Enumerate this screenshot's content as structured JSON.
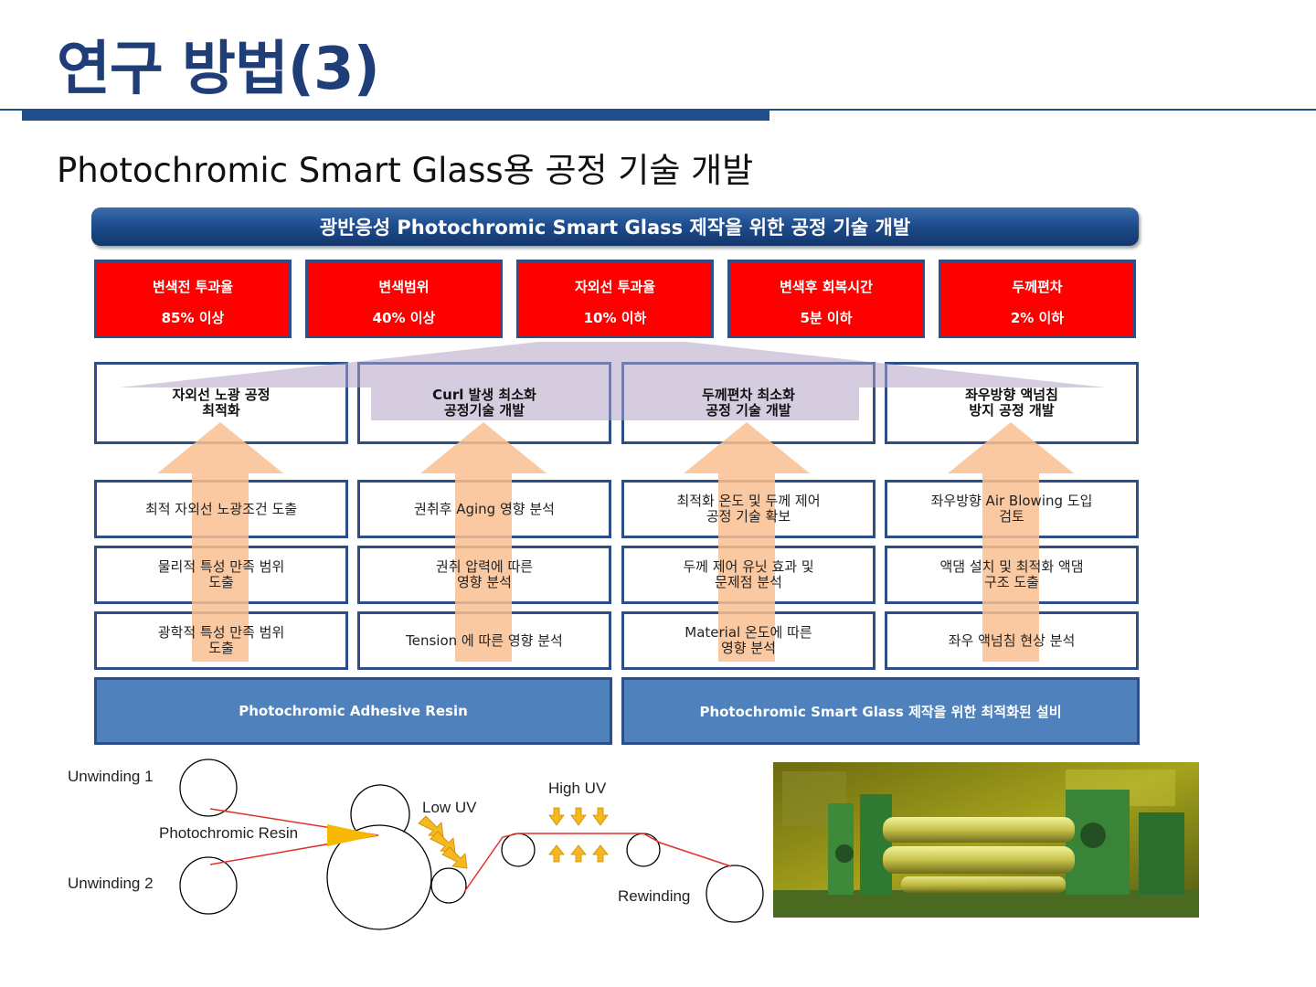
{
  "header": {
    "title": "연구 방법(3)",
    "subtitle": "Photochromic Smart Glass용 공정 기술 개발"
  },
  "banner": "광반응성 Photochromic Smart Glass 제작을 위한 공정 기술 개발",
  "targets": [
    {
      "label": "변색전 투과율",
      "value": "85% 이상"
    },
    {
      "label": "변색범위",
      "value": "40% 이상"
    },
    {
      "label": "자외선 투과율",
      "value": "10% 이하"
    },
    {
      "label": "변색후 회복시간",
      "value": "5분 이하"
    },
    {
      "label": "두께편차",
      "value": "2% 이하"
    }
  ],
  "columns": [
    {
      "goal": "자외선 노광 공정\n최적화",
      "tasks": [
        "최적 자외선 노광조건 도출",
        "물리적 특성 만족 범위\n도출",
        "광학적 특성 만족 범위\n도출"
      ]
    },
    {
      "goal": "Curl 발생 최소화\n공정기술 개발",
      "tasks": [
        "권취후 Aging 영향 분석",
        "권취 압력에 따른\n영향 분석",
        "Tension 에 따른 영향 분석"
      ]
    },
    {
      "goal": "두께편차 최소화\n공정 기술 개발",
      "tasks": [
        "최적화 온도 및 두께 제어\n공정 기술 확보",
        "두께 제어 유닛 효과 및\n문제점 분석",
        "Material 온도에 따른\n영향 분석"
      ]
    },
    {
      "goal": "좌우방향 액넘침\n방지 공정 개발",
      "tasks": [
        "좌우방향 Air Blowing 도입\n검토",
        "액댐 설치 및 최적화 액댐\n구조 도출",
        "좌우 액넘침 현상 분석"
      ]
    }
  ],
  "foundations": [
    "Photochromic Adhesive Resin",
    "Photochromic Smart Glass 제작을 위한 최적화된 설비"
  ],
  "process": {
    "unwinding1": "Unwinding 1",
    "resin": "Photochromic Resin",
    "unwinding2": "Unwinding 2",
    "low_uv": "Low UV",
    "high_uv": "High UV",
    "rewinding": "Rewinding"
  },
  "colors": {
    "title": "#1f3e77",
    "red_box": "#ff0000",
    "box_border": "#2c4f8a",
    "base_fill": "#4f81bd",
    "arrow": "#fac090",
    "funnel": "#b3a2c7",
    "uv_arrow": "#f5b820"
  }
}
